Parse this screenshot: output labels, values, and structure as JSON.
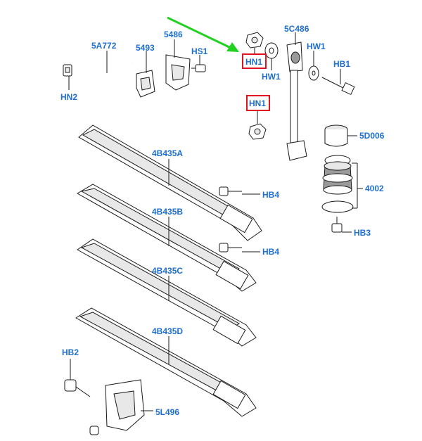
{
  "colors": {
    "label": "#1e6fd0",
    "highlight_box": "#e0141e",
    "arrow": "#22d11f",
    "line": "#1a1a1a"
  },
  "labels": {
    "5A772": "5A772",
    "5493": "5493",
    "5486": "5486",
    "HS1": "HS1",
    "HN1_top": "HN1",
    "HW1_left": "HW1",
    "5C486": "5C486",
    "HW1_right": "HW1",
    "HB1": "HB1",
    "HN2": "HN2",
    "HN1_mid": "HN1",
    "5D006": "5D006",
    "4B435A": "4B435A",
    "HB4_a": "HB4",
    "4002": "4002",
    "4B435B": "4B435B",
    "HB3": "HB3",
    "HB4_b": "HB4",
    "4B435C": "4B435C",
    "4B435D": "4B435D",
    "HB2": "HB2",
    "5L496": "5L496"
  }
}
